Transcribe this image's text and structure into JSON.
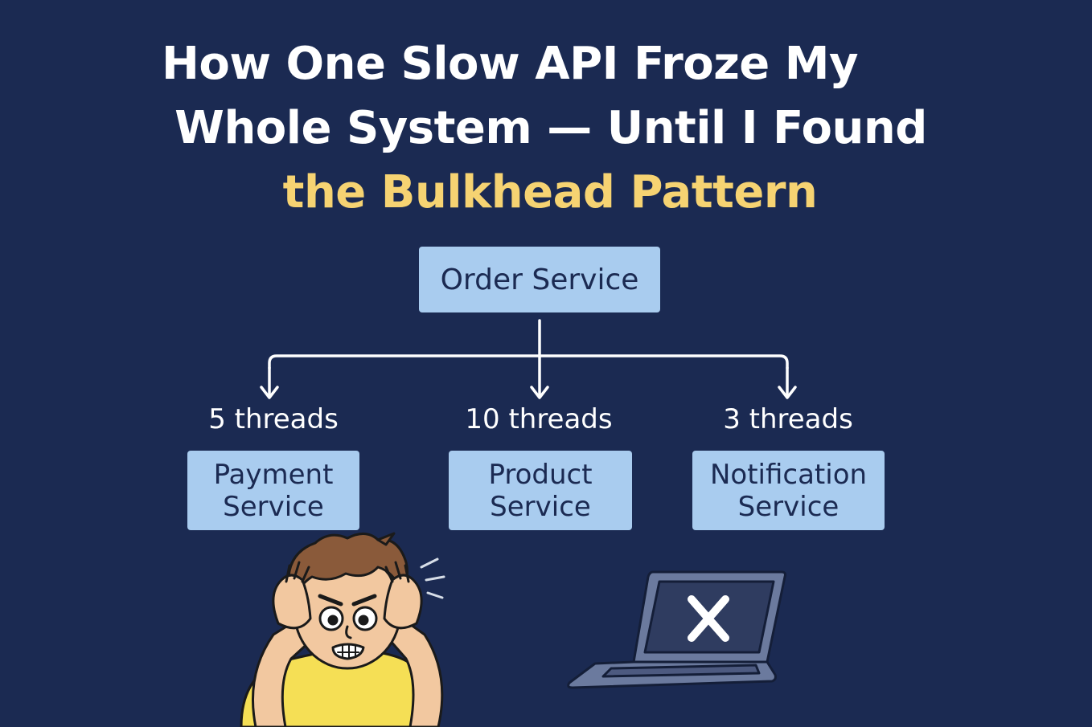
{
  "title": {
    "line1": "How One Slow API Froze My",
    "line2": "Whole System — Until I Found",
    "line3": "the Bulkhead Pattern"
  },
  "diagram": {
    "root": {
      "label": "Order Service"
    },
    "children": [
      {
        "threads": "5 threads",
        "label_line1": "Payment",
        "label_line2": "Service"
      },
      {
        "threads": "10 threads",
        "label_line1": "Product",
        "label_line2": "Service"
      },
      {
        "threads": "3 threads",
        "label_line1": "Notification",
        "label_line2": "Service"
      }
    ]
  },
  "colors": {
    "background": "#1b2a52",
    "title_white": "#ffffff",
    "title_accent": "#f6d372",
    "box_fill": "#a9ccef",
    "box_text": "#1b2a52",
    "connector": "#ffffff"
  },
  "illustrations": {
    "person": "frustrated-person-icon",
    "laptop": "broken-laptop-icon"
  }
}
